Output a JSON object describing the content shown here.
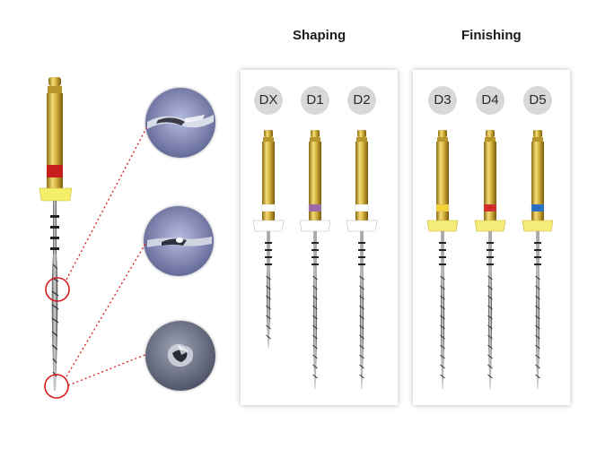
{
  "headings": {
    "shaping": "Shaping",
    "finishing": "Finishing"
  },
  "shaping_files": [
    {
      "label": "DX",
      "ring_color": "#ffffff",
      "stopper_color": "#ffffff"
    },
    {
      "label": "D1",
      "ring_color": "#9b6aa6",
      "stopper_color": "#ffffff"
    },
    {
      "label": "D2",
      "ring_color": "#ffffff",
      "stopper_color": "#ffffff"
    }
  ],
  "finishing_files": [
    {
      "label": "D3",
      "ring_color": "#f4d33a",
      "stopper_color": "#f5ec7a"
    },
    {
      "label": "D4",
      "ring_color": "#d42a2a",
      "stopper_color": "#f5ec7a"
    },
    {
      "label": "D5",
      "ring_color": "#2a6fc4",
      "stopper_color": "#f5ec7a"
    }
  ],
  "colors": {
    "gold": "#d4b23c",
    "highlight_red": "#d01c1c",
    "zoom_background": "#8b93b8"
  },
  "zoom_views": [
    "cross-section-view-1",
    "cross-section-view-2",
    "tip-view"
  ]
}
